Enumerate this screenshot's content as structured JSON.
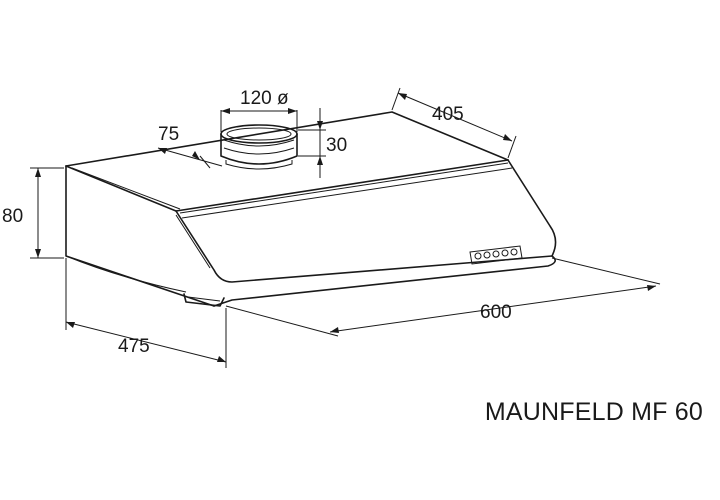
{
  "dimensions": {
    "duct_diameter": "120 ø",
    "duct_offset": "75",
    "duct_height": "30",
    "depth_top": "405",
    "height": "80",
    "width": "600",
    "depth_bottom": "475"
  },
  "model_name": "MAUNFELD MF 60"
}
